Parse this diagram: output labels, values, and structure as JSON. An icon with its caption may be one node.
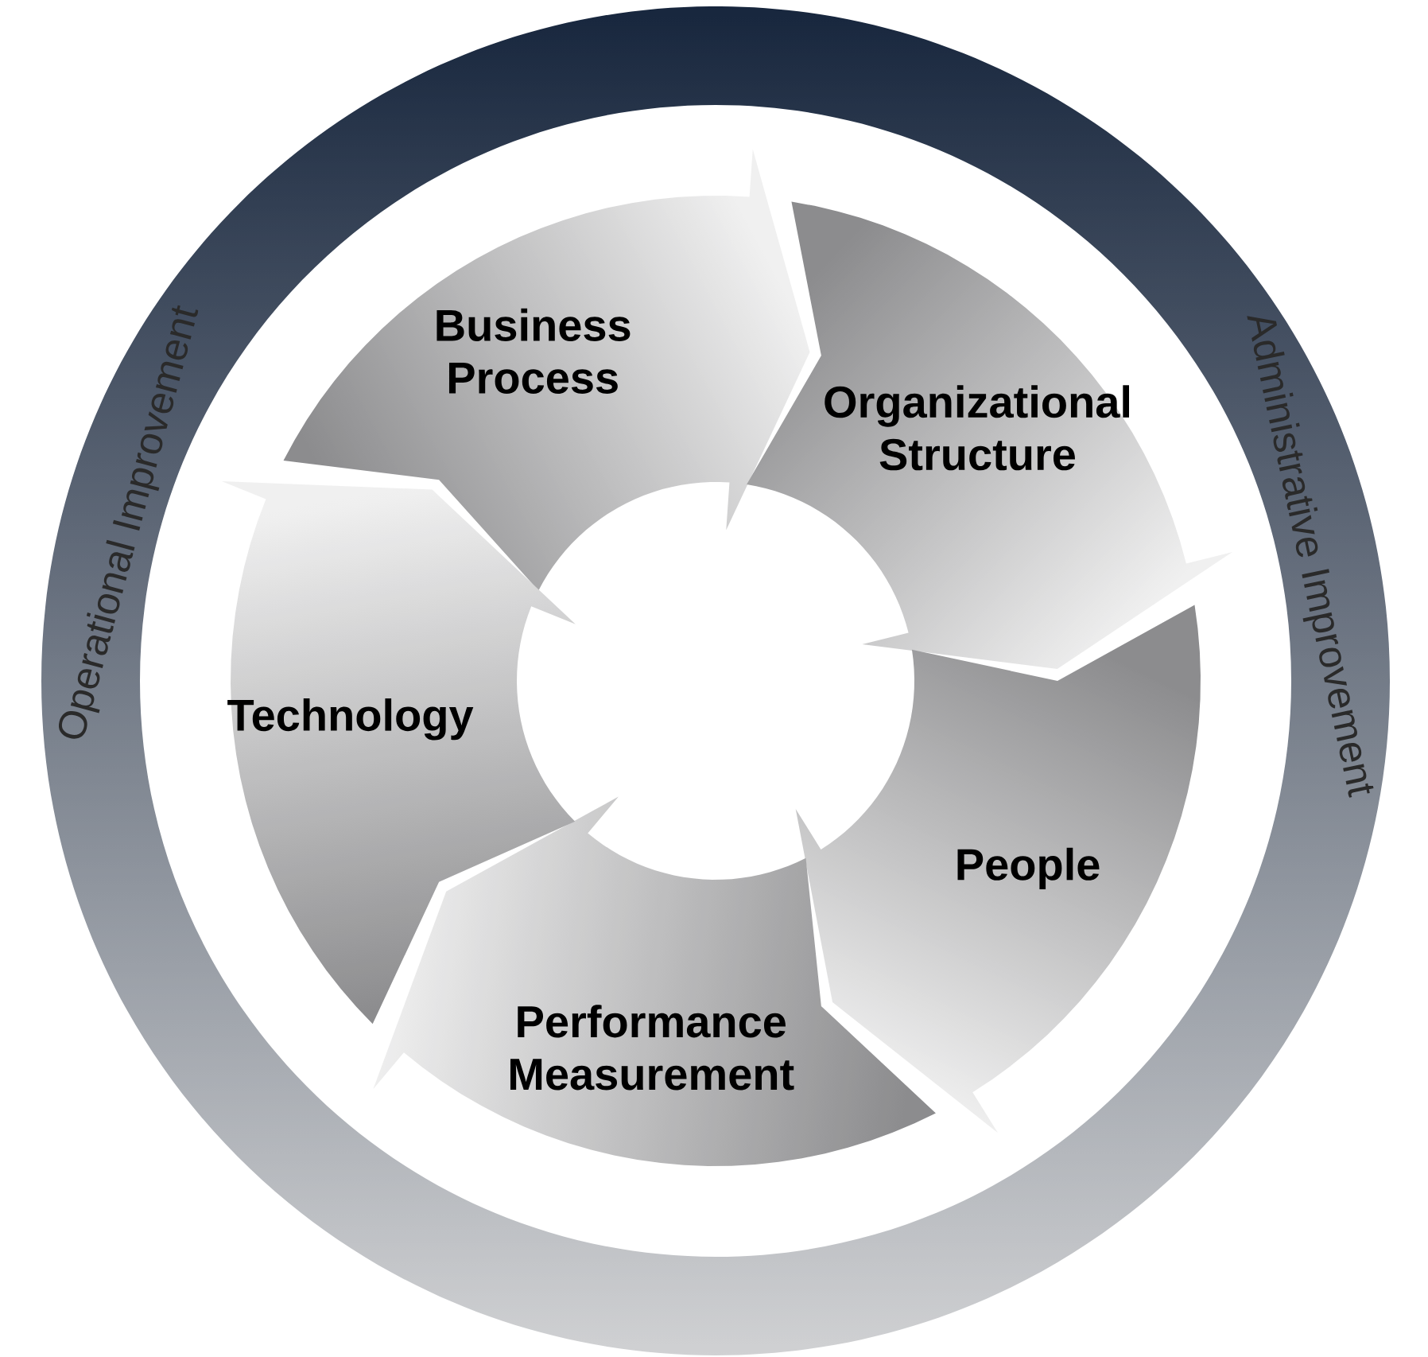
{
  "diagram": {
    "nodes": [
      {
        "text": [
          "Operational Improvement",
          "Administrative Improvement"
        ]
      },
      {
        "text": [
          "Business Process"
        ]
      },
      {
        "text": [
          "Organizational Structure"
        ]
      },
      {
        "text": [
          "People"
        ]
      },
      {
        "text": [
          "Performance Measurement"
        ]
      },
      {
        "text": [
          "Technology"
        ]
      }
    ]
  }
}
